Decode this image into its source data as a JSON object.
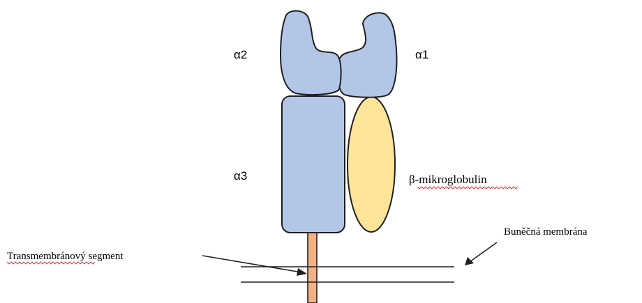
{
  "labels": {
    "alpha2": "α2",
    "alpha1": "α1",
    "alpha3": "α3",
    "beta_microglobulin": "β-mikroglobulin",
    "transmembrane_segment": "Transmembránový segment",
    "cell_membrane": "Buněčná membrána"
  },
  "colors": {
    "alpha_domain_fill": "#b4c6e7",
    "beta_microglobulin_fill": "#ffe599",
    "transmembrane_segment_fill": "#f4b183",
    "outline": "#1f1f1f",
    "spellcheck_underline": "#d23c3c"
  }
}
